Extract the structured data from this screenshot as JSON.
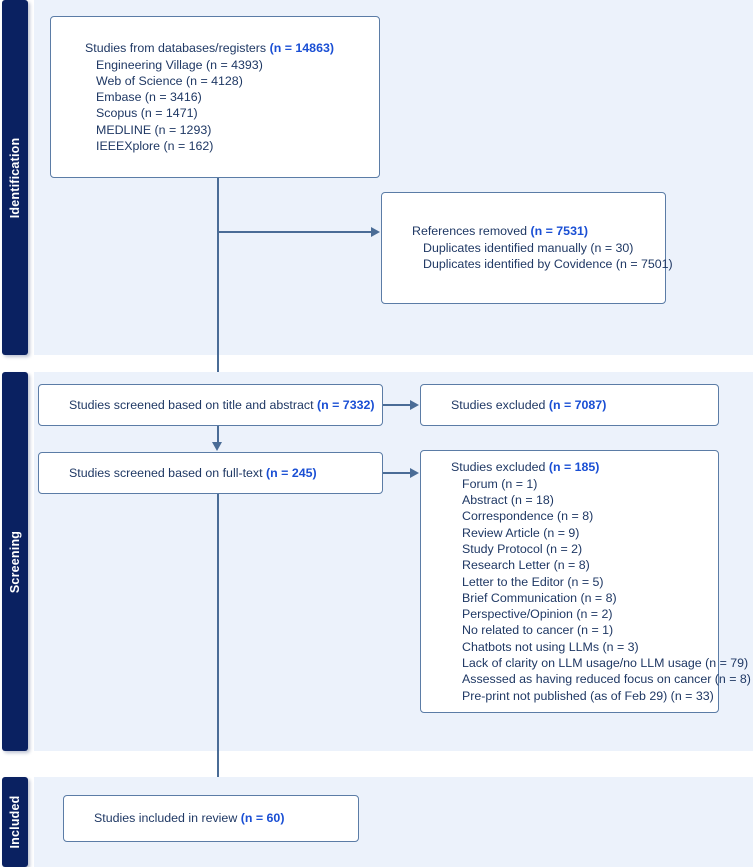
{
  "diagram": {
    "title": "PRISMA flow diagram",
    "colors": {
      "band_background": "#ecf2fb",
      "band_tab": "#0a2161",
      "box_border": "#5b7ca6",
      "body_text": "#1f3864",
      "accent_text": "#1a4fd4",
      "connector": "#4a6c96",
      "page_background": "#ffffff"
    }
  },
  "phases": [
    {
      "id": "identification",
      "label": "Identification"
    },
    {
      "id": "screening",
      "label": "Screening"
    },
    {
      "id": "included",
      "label": "Included"
    }
  ],
  "boxes": {
    "databases": {
      "heading_text": "Studies from databases/registers ",
      "heading_count": "(n = 14863)",
      "sources": [
        "Engineering Village (n = 4393)",
        "Web of Science (n = 4128)",
        "Embase (n = 3416)",
        "Scopus (n = 1471)",
        "MEDLINE (n = 1293)",
        "IEEEXplore (n = 162)"
      ]
    },
    "references_removed": {
      "heading_text": "References removed ",
      "heading_count": "(n = 7531)",
      "reasons": [
        "Duplicates identified manually (n = 30)",
        "Duplicates identified by Covidence (n = 7501)"
      ]
    },
    "screened_title_abstract": {
      "heading_text": "Studies screened based on title and abstract ",
      "heading_count": "(n = 7332)"
    },
    "excluded_title_abstract": {
      "heading_text": "Studies excluded ",
      "heading_count": "(n = 7087)"
    },
    "screened_fulltext": {
      "heading_text": "Studies screened based on full-text ",
      "heading_count": "(n = 245)"
    },
    "excluded_fulltext": {
      "heading_text": "Studies excluded ",
      "heading_count": "(n = 185)",
      "reasons": [
        "Forum (n = 1)",
        "Abstract (n = 18)",
        "Correspondence (n = 8)",
        "Review Article (n = 9)",
        "Study Protocol (n = 2)",
        "Research Letter (n = 8)",
        "Letter to the Editor (n = 5)",
        "Brief Communication (n = 8)",
        "Perspective/Opinion (n = 2)",
        "No related to cancer (n = 1)",
        "Chatbots not using LLMs (n = 3)",
        "Lack of clarity on LLM usage/no LLM usage (n = 79)",
        "Assessed as having reduced focus on cancer (n = 8)",
        "Pre-print not published (as of Feb 29) (n = 33)"
      ]
    },
    "included_review": {
      "heading_text": "Studies included in review ",
      "heading_count": "(n = 60)"
    }
  }
}
